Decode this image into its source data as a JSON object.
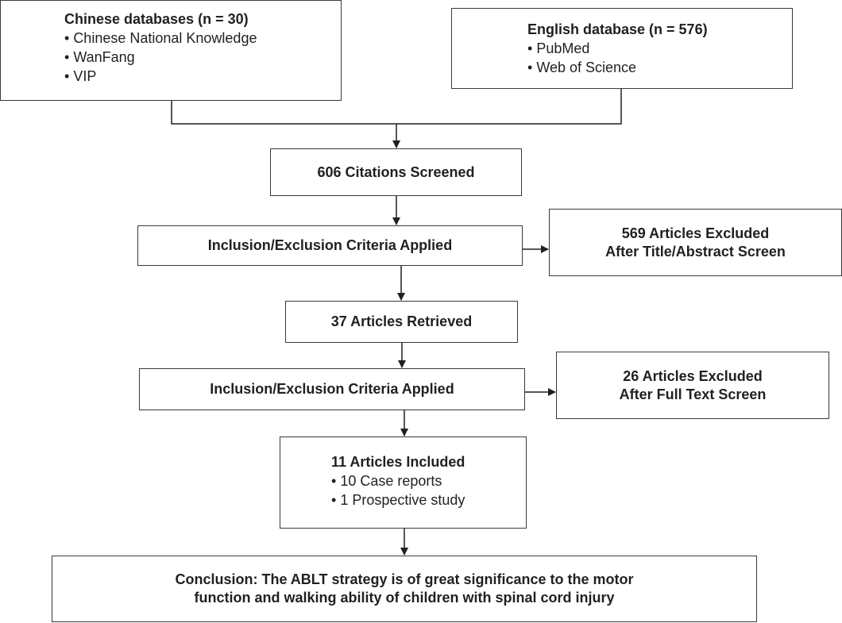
{
  "chinese_db": {
    "title": "Chinese databases (n = 30)",
    "items": [
      "Chinese National Knowledge",
      "WanFang",
      "VIP"
    ]
  },
  "english_db": {
    "title": "English database (n = 576)",
    "items": [
      "PubMed",
      "Web of Science"
    ]
  },
  "screened": "606 Citations Screened",
  "criteria_1": "Inclusion/Exclusion Criteria Applied",
  "excluded_1": {
    "line1": "569 Articles Excluded",
    "line2": "After Title/Abstract Screen"
  },
  "retrieved": "37 Articles Retrieved",
  "criteria_2": "Inclusion/Exclusion Criteria Applied",
  "excluded_2": {
    "line1": "26 Articles Excluded",
    "line2": "After Full Text Screen"
  },
  "included": {
    "title": "11 Articles Included",
    "items": [
      "10 Case reports",
      "1 Prospective study"
    ]
  },
  "conclusion": {
    "line1": "Conclusion: The ABLT strategy is of great significance to the motor",
    "line2": "function and walking ability of children with spinal cord injury"
  }
}
